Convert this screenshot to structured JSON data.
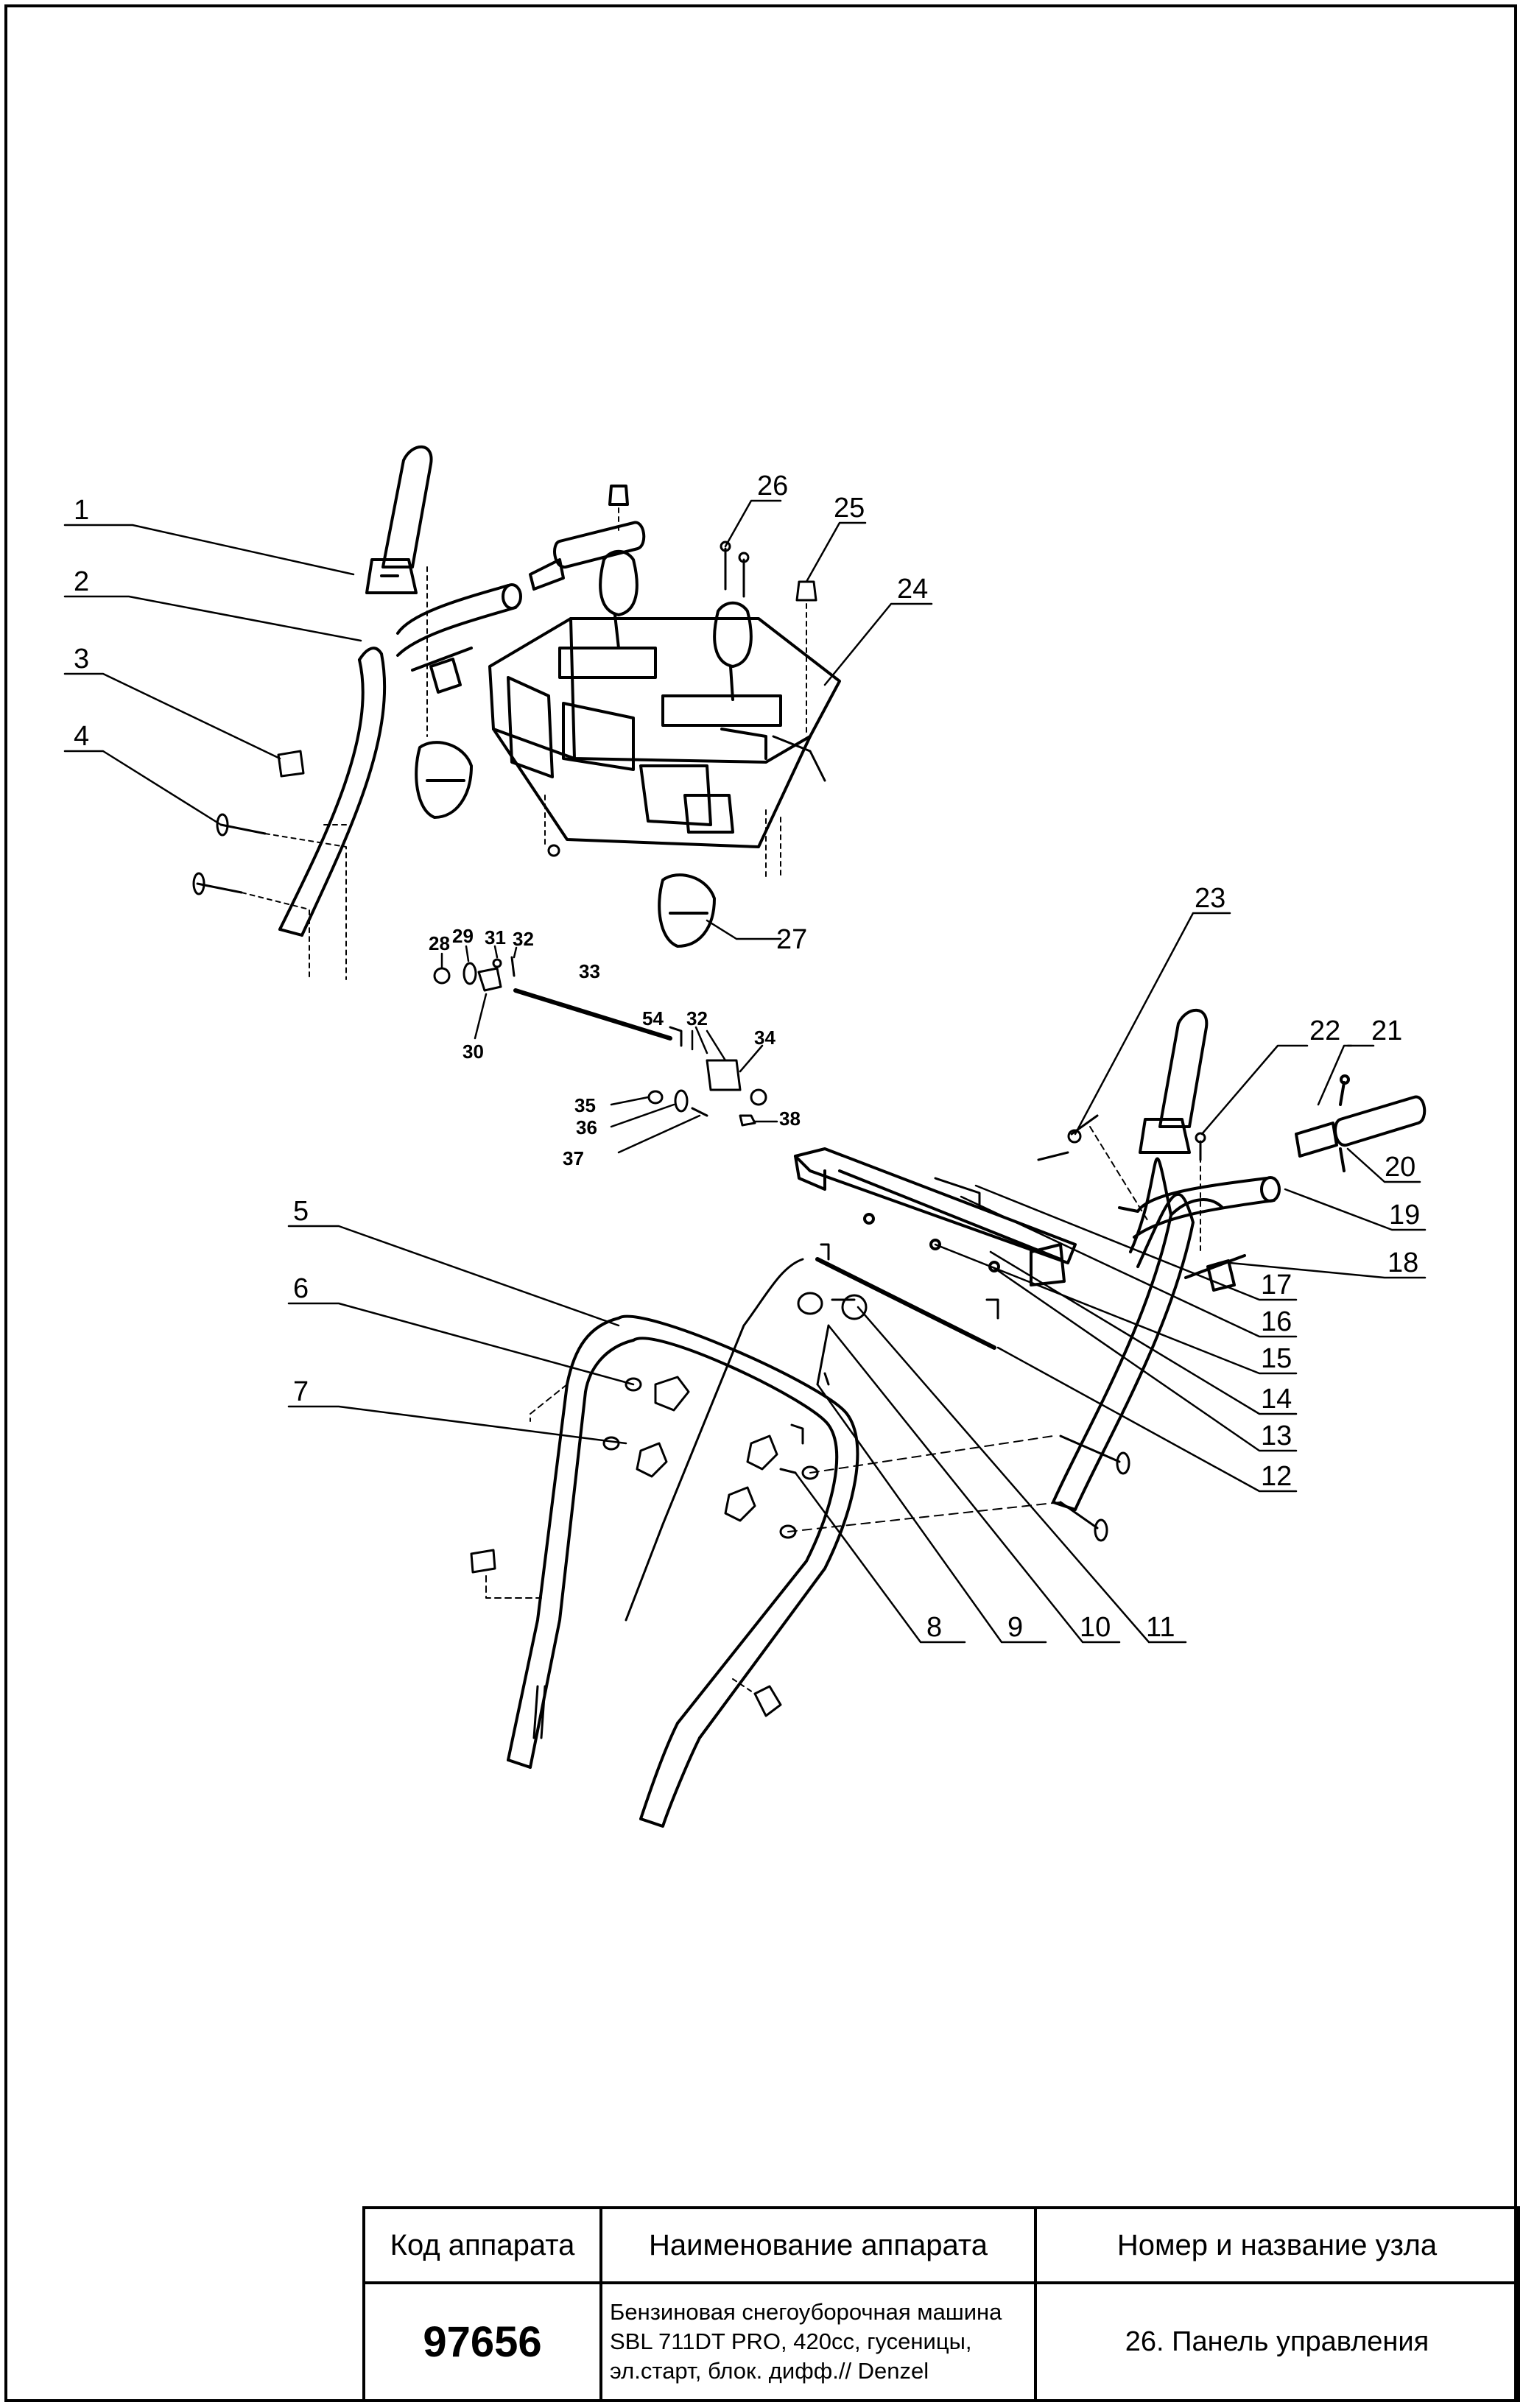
{
  "callouts": [
    "1",
    "2",
    "3",
    "4",
    "5",
    "6",
    "7",
    "8",
    "9",
    "10",
    "11",
    "12",
    "13",
    "14",
    "15",
    "16",
    "17",
    "18",
    "19",
    "20",
    "21",
    "22",
    "23",
    "24",
    "25",
    "26",
    "27",
    "28",
    "29",
    "30",
    "31",
    "32",
    "33",
    "34",
    "35",
    "36",
    "37",
    "38",
    "54",
    "32"
  ],
  "title_block": {
    "col1_header": "Код аппарата",
    "col2_header": "Наименование аппарата",
    "col3_header": "Номер и название узла",
    "code": "97656",
    "name_lines": [
      "Бензиновая снегоуборочная машина",
      "SBL 711DT PRO, 420cc, гусеницы,",
      "эл.старт, блок. дифф.// Denzel"
    ],
    "unit": "26. Панель управления"
  }
}
